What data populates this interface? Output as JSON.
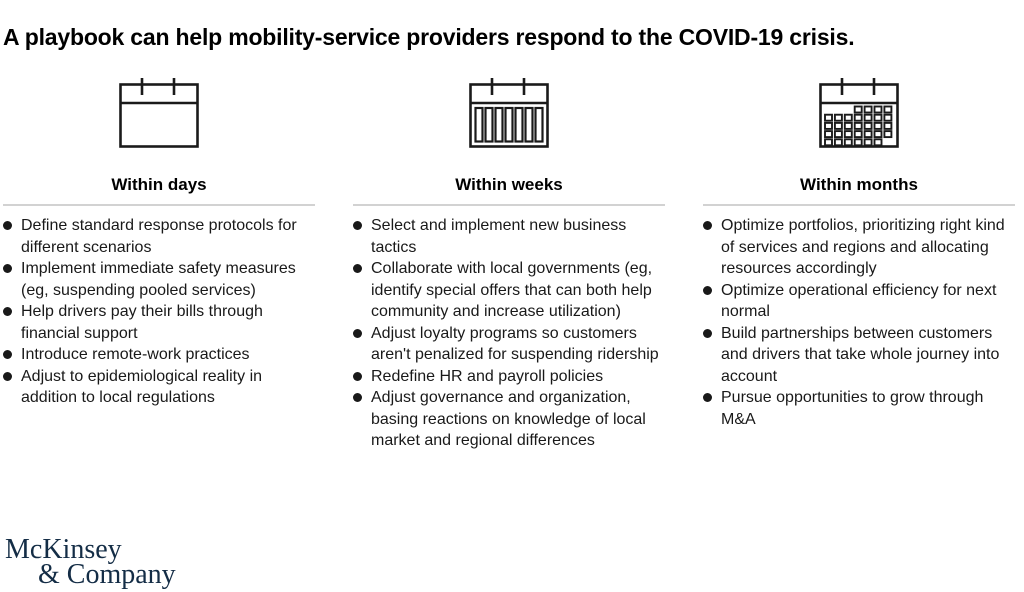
{
  "title": "A playbook can help mobility-service providers respond to the COVID-19 crisis.",
  "columns": [
    {
      "icon": "calendar-days-icon",
      "header": "Within days",
      "items": [
        "Define standard response protocols for different scenarios",
        "Implement immediate safety measures (eg, suspending pooled services)",
        "Help drivers pay their bills through financial support",
        "Introduce remote-work practices",
        "Adjust to epidemiological reality in addition to local regulations"
      ]
    },
    {
      "icon": "calendar-weeks-icon",
      "header": "Within weeks",
      "items": [
        "Select and implement new business tactics",
        "Collaborate with local governments (eg, identify special offers that can both help community and increase utilization)",
        "Adjust loyalty programs so customers aren't penalized for suspending ridership",
        "Redefine HR and payroll policies",
        "Adjust governance and organization, basing reactions on knowledge of local market and regional differences"
      ]
    },
    {
      "icon": "calendar-months-icon",
      "header": "Within months",
      "items": [
        "Optimize portfolios, prioritizing right kind of services and regions and allocating resources accordingly",
        "Optimize operational efficiency for next normal",
        "Build partnerships between customers and drivers that take whole journey into account",
        "Pursue opportunities to grow through M&A"
      ]
    }
  ],
  "footer": {
    "logo_line1": "McKinsey",
    "logo_line2": "& Company"
  },
  "colors": {
    "text": "#191919",
    "divider": "#d2d2d2",
    "logo_navy": "#142d46",
    "icon_stroke": "#1a1a1a"
  }
}
